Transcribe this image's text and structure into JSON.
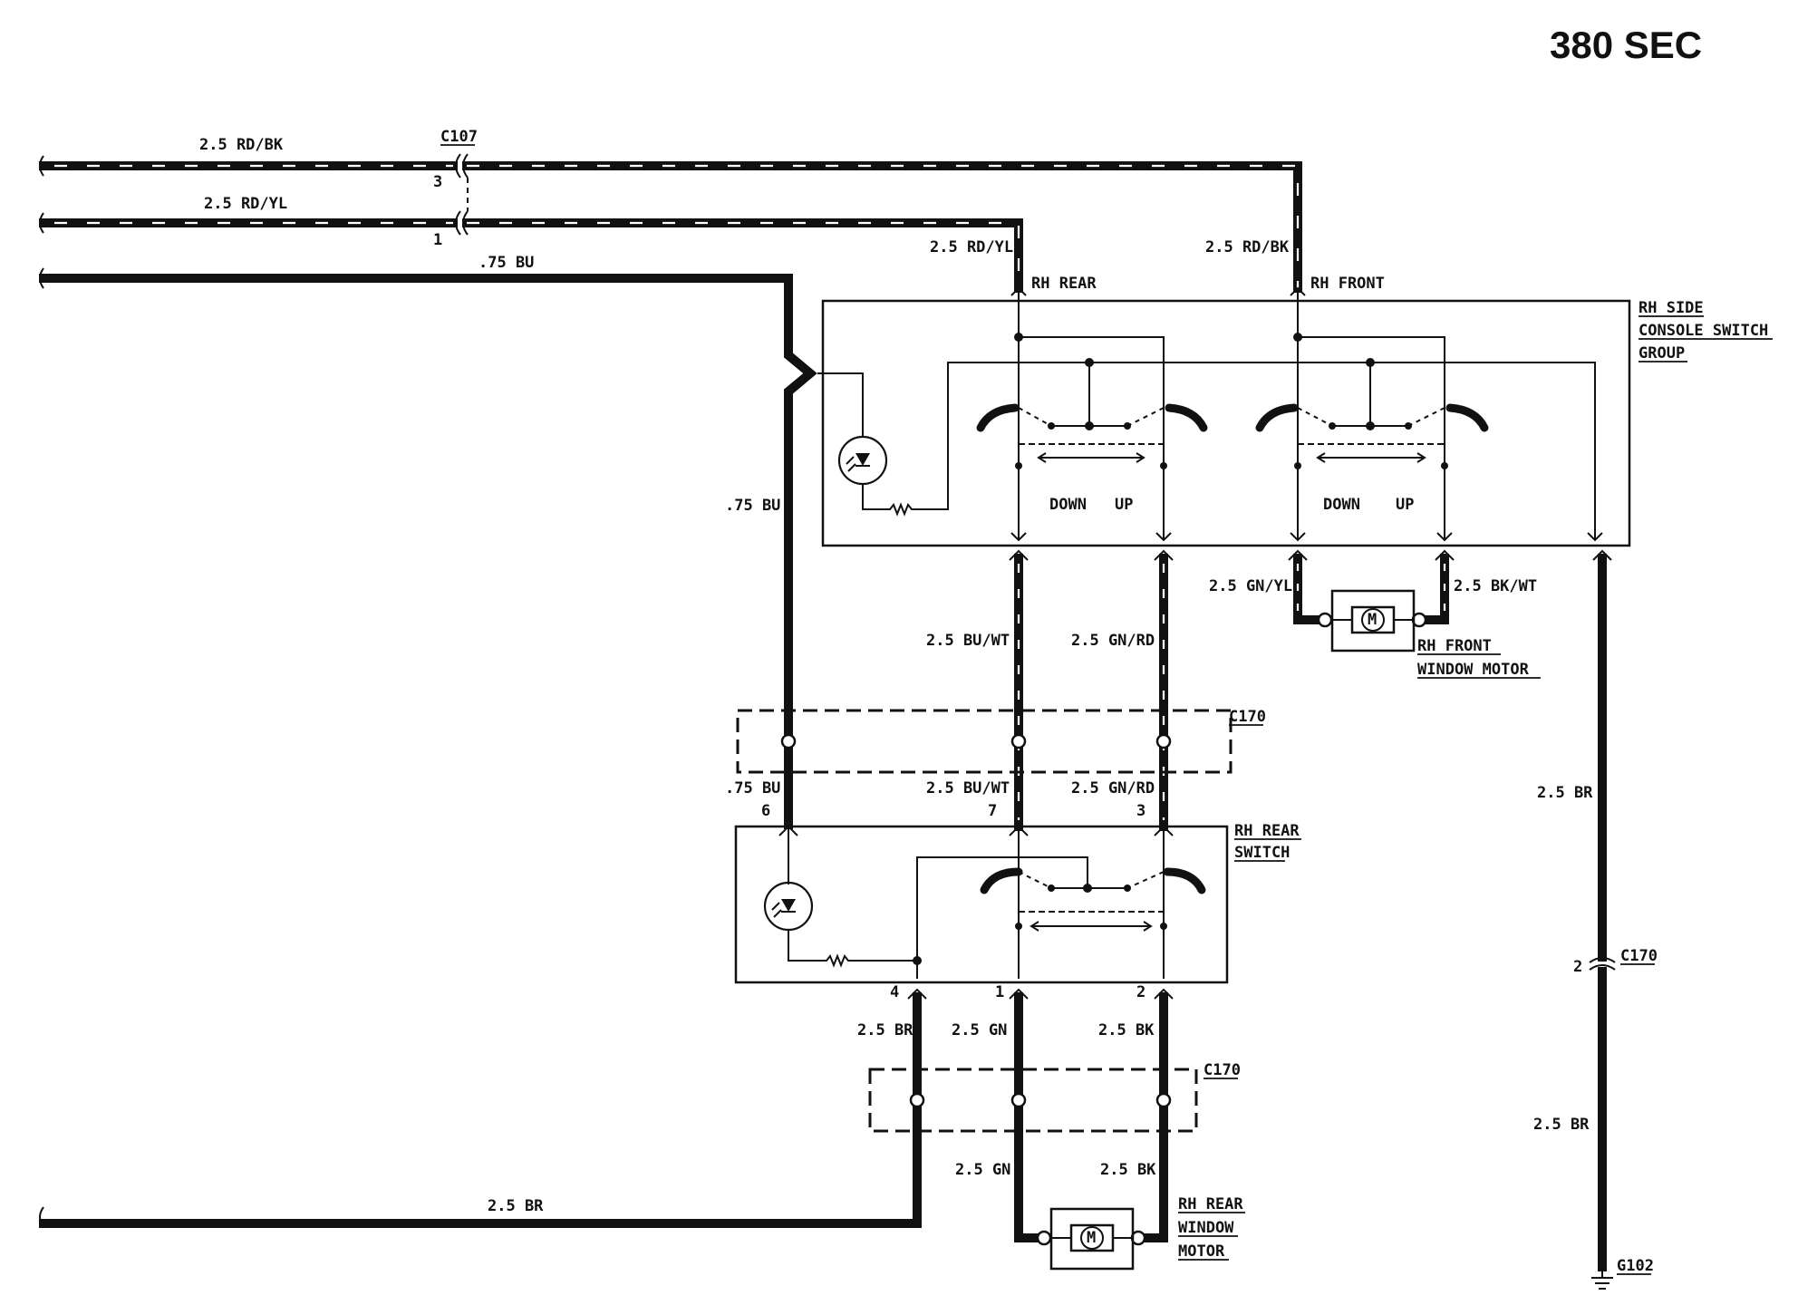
{
  "title": "380 SEC",
  "connectors": {
    "c107": "C107",
    "c107_pin3": "3",
    "c107_pin1": "1",
    "c170_top": "C170",
    "c170_mid": "C170",
    "c170_right": "C170",
    "c170_right_pin": "2",
    "g102": "G102"
  },
  "wires": {
    "rd_bk_left": "2.5 RD/BK",
    "rd_yl_left": "2.5 RD/YL",
    "bu_top": ".75 BU",
    "rd_yl_drop": "2.5 RD/YL",
    "rd_bk_drop": "2.5 RD/BK",
    "bu_vertical": ".75 BU",
    "bu_wt_upper": "2.5 BU/WT",
    "gn_rd_upper": "2.5 GN/RD",
    "gn_yl": "2.5 GN/YL",
    "bk_wt": "2.5 BK/WT",
    "br_right_upper": "2.5 BR",
    "bu_lower": ".75 BU",
    "bu_wt_lower": "2.5 BU/WT",
    "gn_rd_lower": "2.5 GN/RD",
    "br_mid": "2.5 BR",
    "gn_mid": "2.5 GN",
    "bk_mid": "2.5 BK",
    "gn_low": "2.5 GN",
    "bk_low": "2.5 BK",
    "br_right_lower": "2.5 BR",
    "br_bottom": "2.5 BR"
  },
  "switches": {
    "rh_rear_feed": "RH REAR",
    "rh_front_feed": "RH FRONT",
    "console_line1": "RH SIDE",
    "console_line2": "CONSOLE SWITCH",
    "console_line3": "GROUP",
    "down_left": "DOWN",
    "up_left": "UP",
    "down_right": "DOWN",
    "up_right": "UP",
    "rear_switch_line1": "RH REAR",
    "rear_switch_line2": "SWITCH",
    "pin6": "6",
    "pin7": "7",
    "pin3": "3",
    "pin4": "4",
    "pin1": "1",
    "pin2": "2"
  },
  "motors": {
    "symbol": "M",
    "front_line1": "RH FRONT",
    "front_line2": "WINDOW MOTOR",
    "rear_line1": "RH REAR",
    "rear_line2": "WINDOW",
    "rear_line3": "MOTOR"
  }
}
